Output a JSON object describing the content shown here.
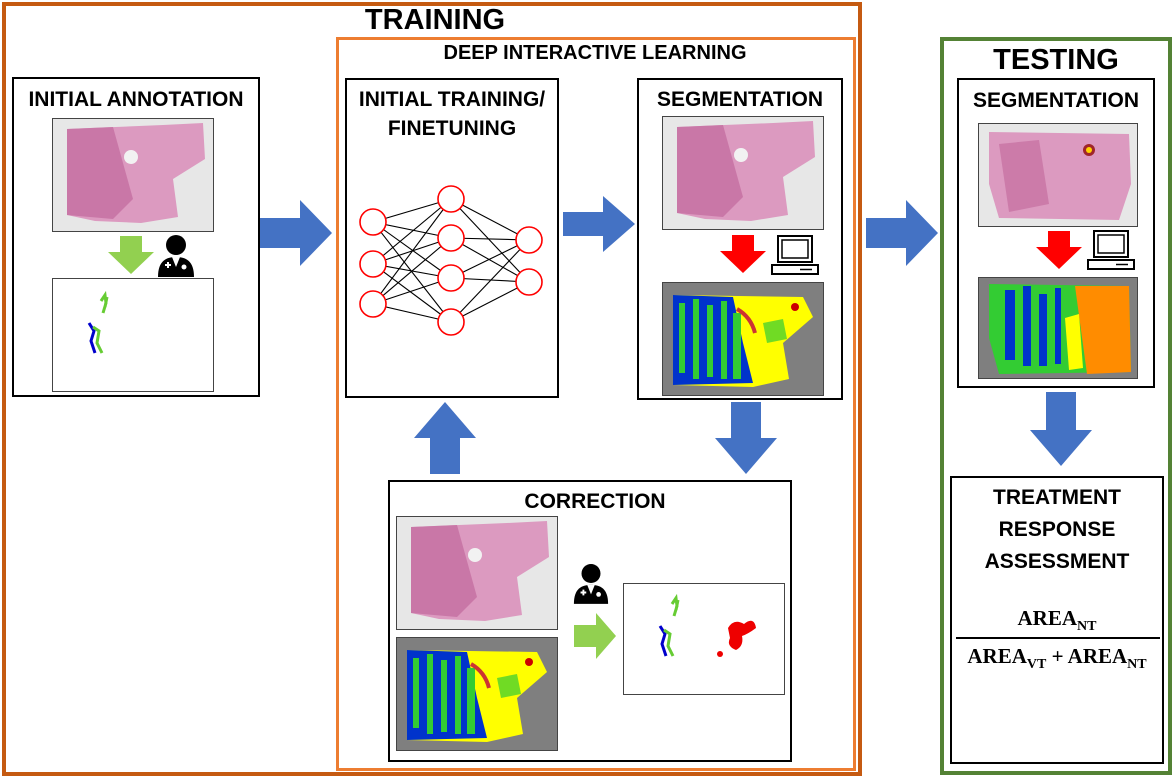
{
  "training": {
    "title": "TRAINING"
  },
  "dil": {
    "title": "DEEP INTERACTIVE LEARNING"
  },
  "initial_annotation": {
    "title": "INITIAL ANNOTATION"
  },
  "initial_training": {
    "title_line1": "INITIAL TRAINING/",
    "title_line2": "FINETUNING"
  },
  "segmentation_train": {
    "title": "SEGMENTATION"
  },
  "correction": {
    "title": "CORRECTION"
  },
  "testing": {
    "title": "TESTING"
  },
  "segmentation_test": {
    "title": "SEGMENTATION"
  },
  "assessment": {
    "line1": "TREATMENT",
    "line2": "RESPONSE",
    "line3": "ASSESSMENT",
    "numerator_base": "AREA",
    "numerator_sub": "NT",
    "denom_base1": "AREA",
    "denom_sub1": "VT",
    "plus": " + ",
    "denom_base2": "AREA",
    "denom_sub2": "NT"
  },
  "colors": {
    "training_border": "#c55a11",
    "dil_border": "#ed7d31",
    "testing_border": "#548235",
    "blue_arrow": "#4472c4",
    "green_arrow": "#92d050",
    "red_arrow": "#ff0000",
    "neuron": "#ff0000",
    "tissue": "#d98fb8"
  },
  "icons": [
    "doctor-icon",
    "computer-icon",
    "neural-network-icon"
  ]
}
